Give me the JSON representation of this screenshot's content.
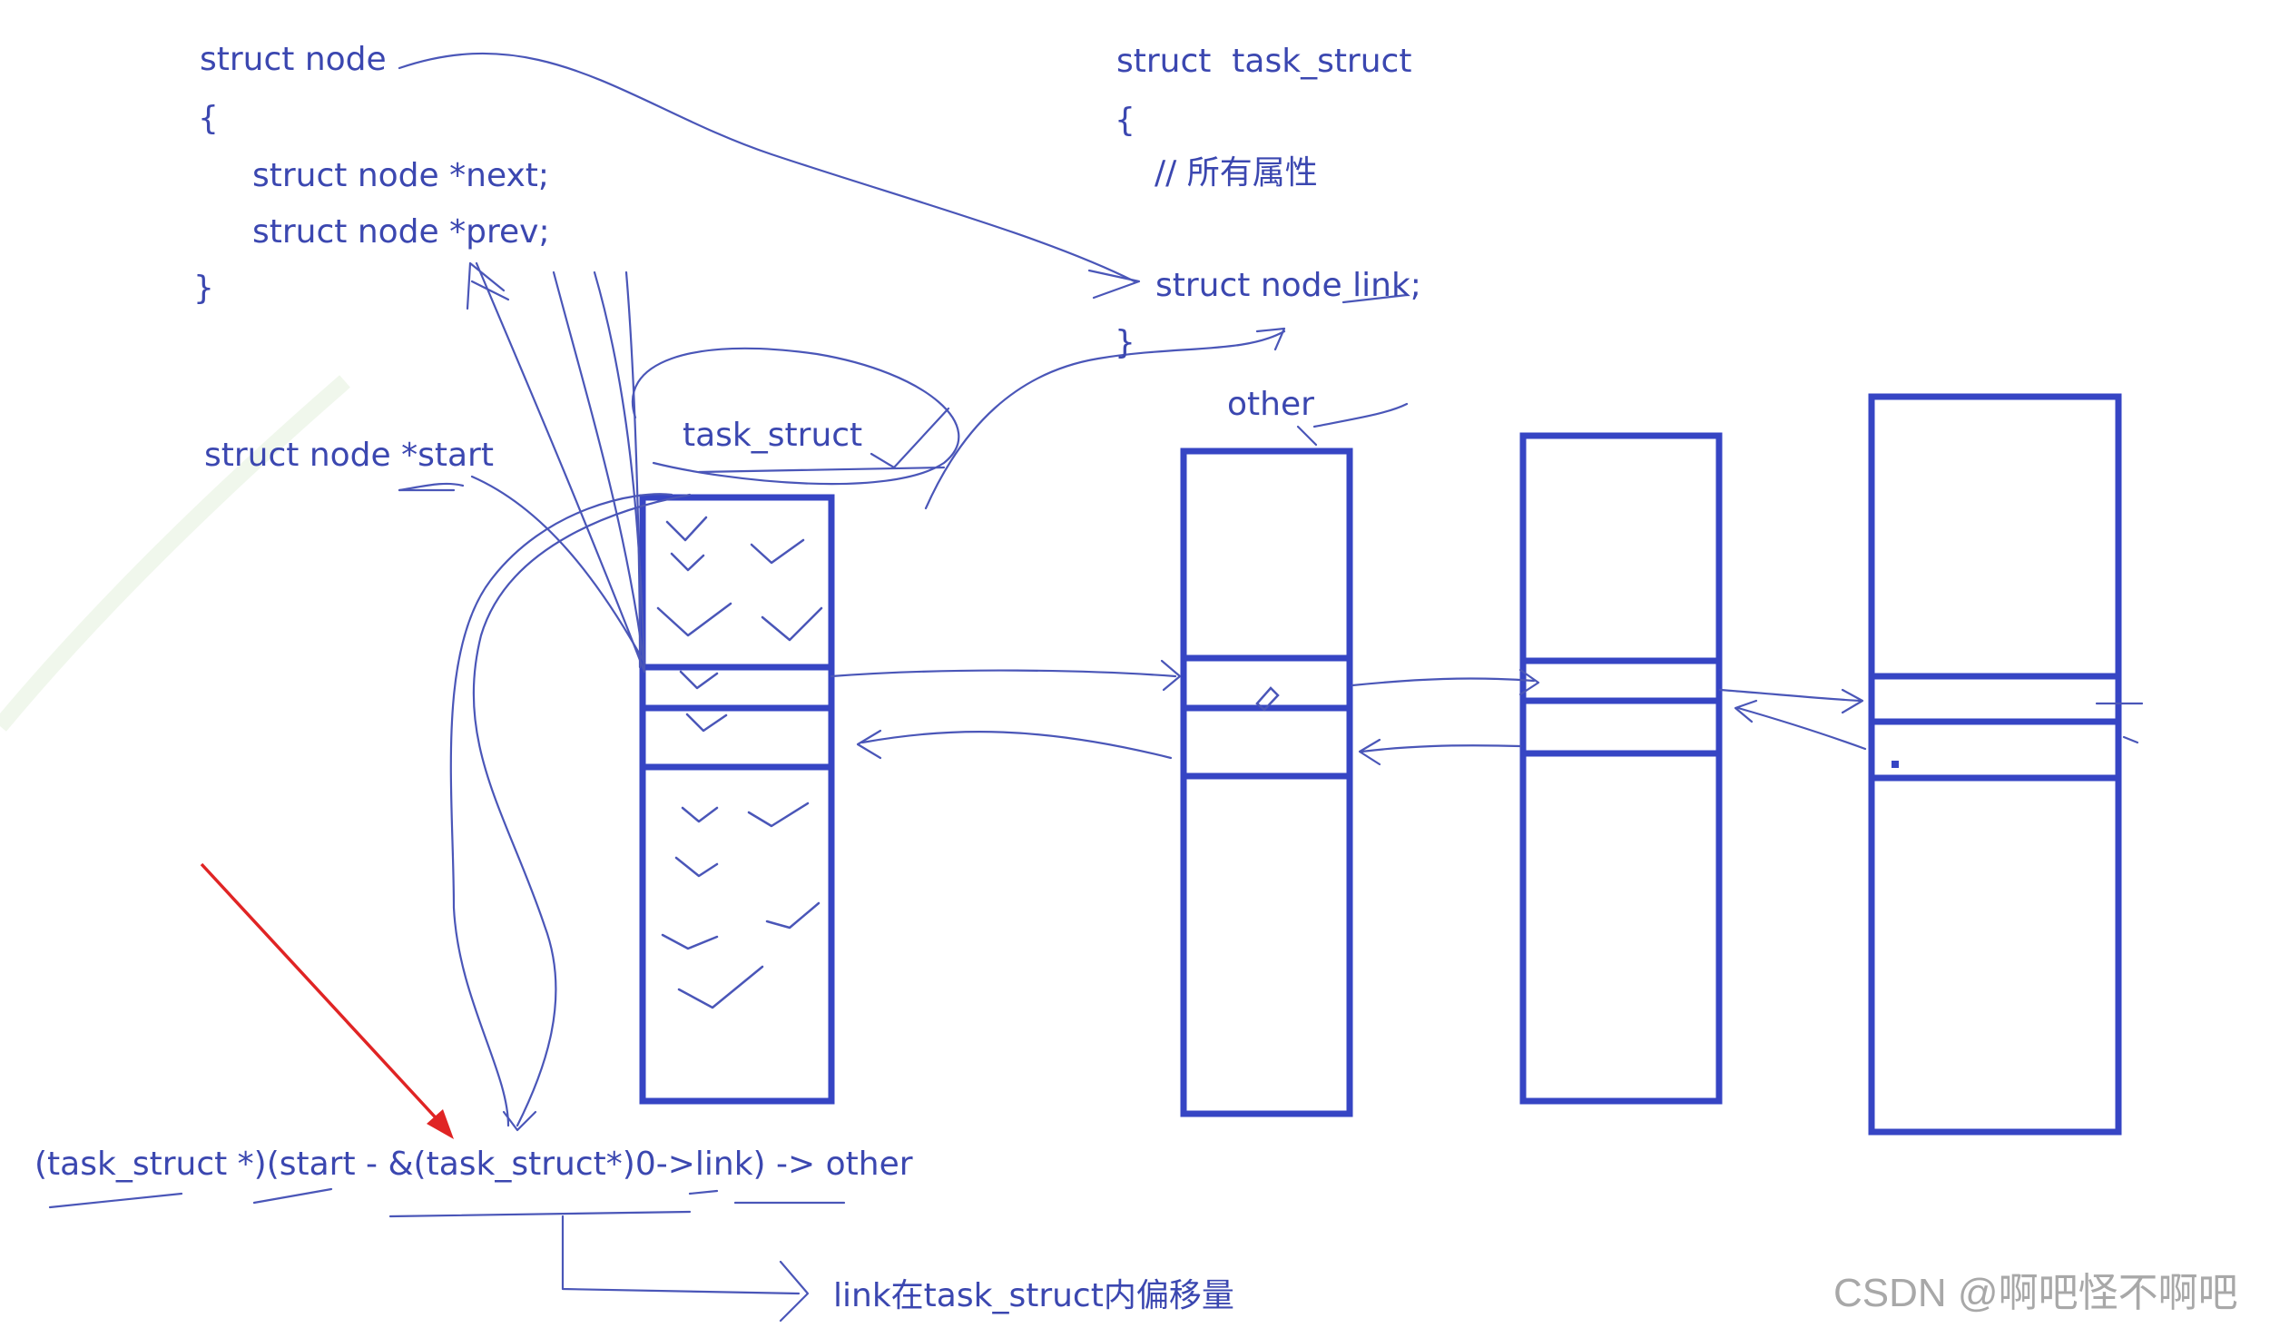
{
  "code": {
    "node_def": [
      "struct node",
      "{",
      "struct node *next;",
      "struct node *prev;",
      "}"
    ],
    "task_def": [
      "struct  task_struct",
      "{",
      "// 所有属性",
      "struct node link;",
      "}"
    ]
  },
  "labels": {
    "start_ptr": "struct node *start",
    "task_struct": "task_struct",
    "other": "other",
    "formula": "(task_struct *)(start - &(task_struct*)0->link) -> other",
    "offset_note": "link在task_struct内偏移量"
  },
  "watermark": {
    "text": "CSDN @啊吧怪不啊吧"
  },
  "colors": {
    "ink": "#3b47b0",
    "box": "#3645c4",
    "arrow": "#e02424",
    "watermark": "#a8a8a8"
  }
}
